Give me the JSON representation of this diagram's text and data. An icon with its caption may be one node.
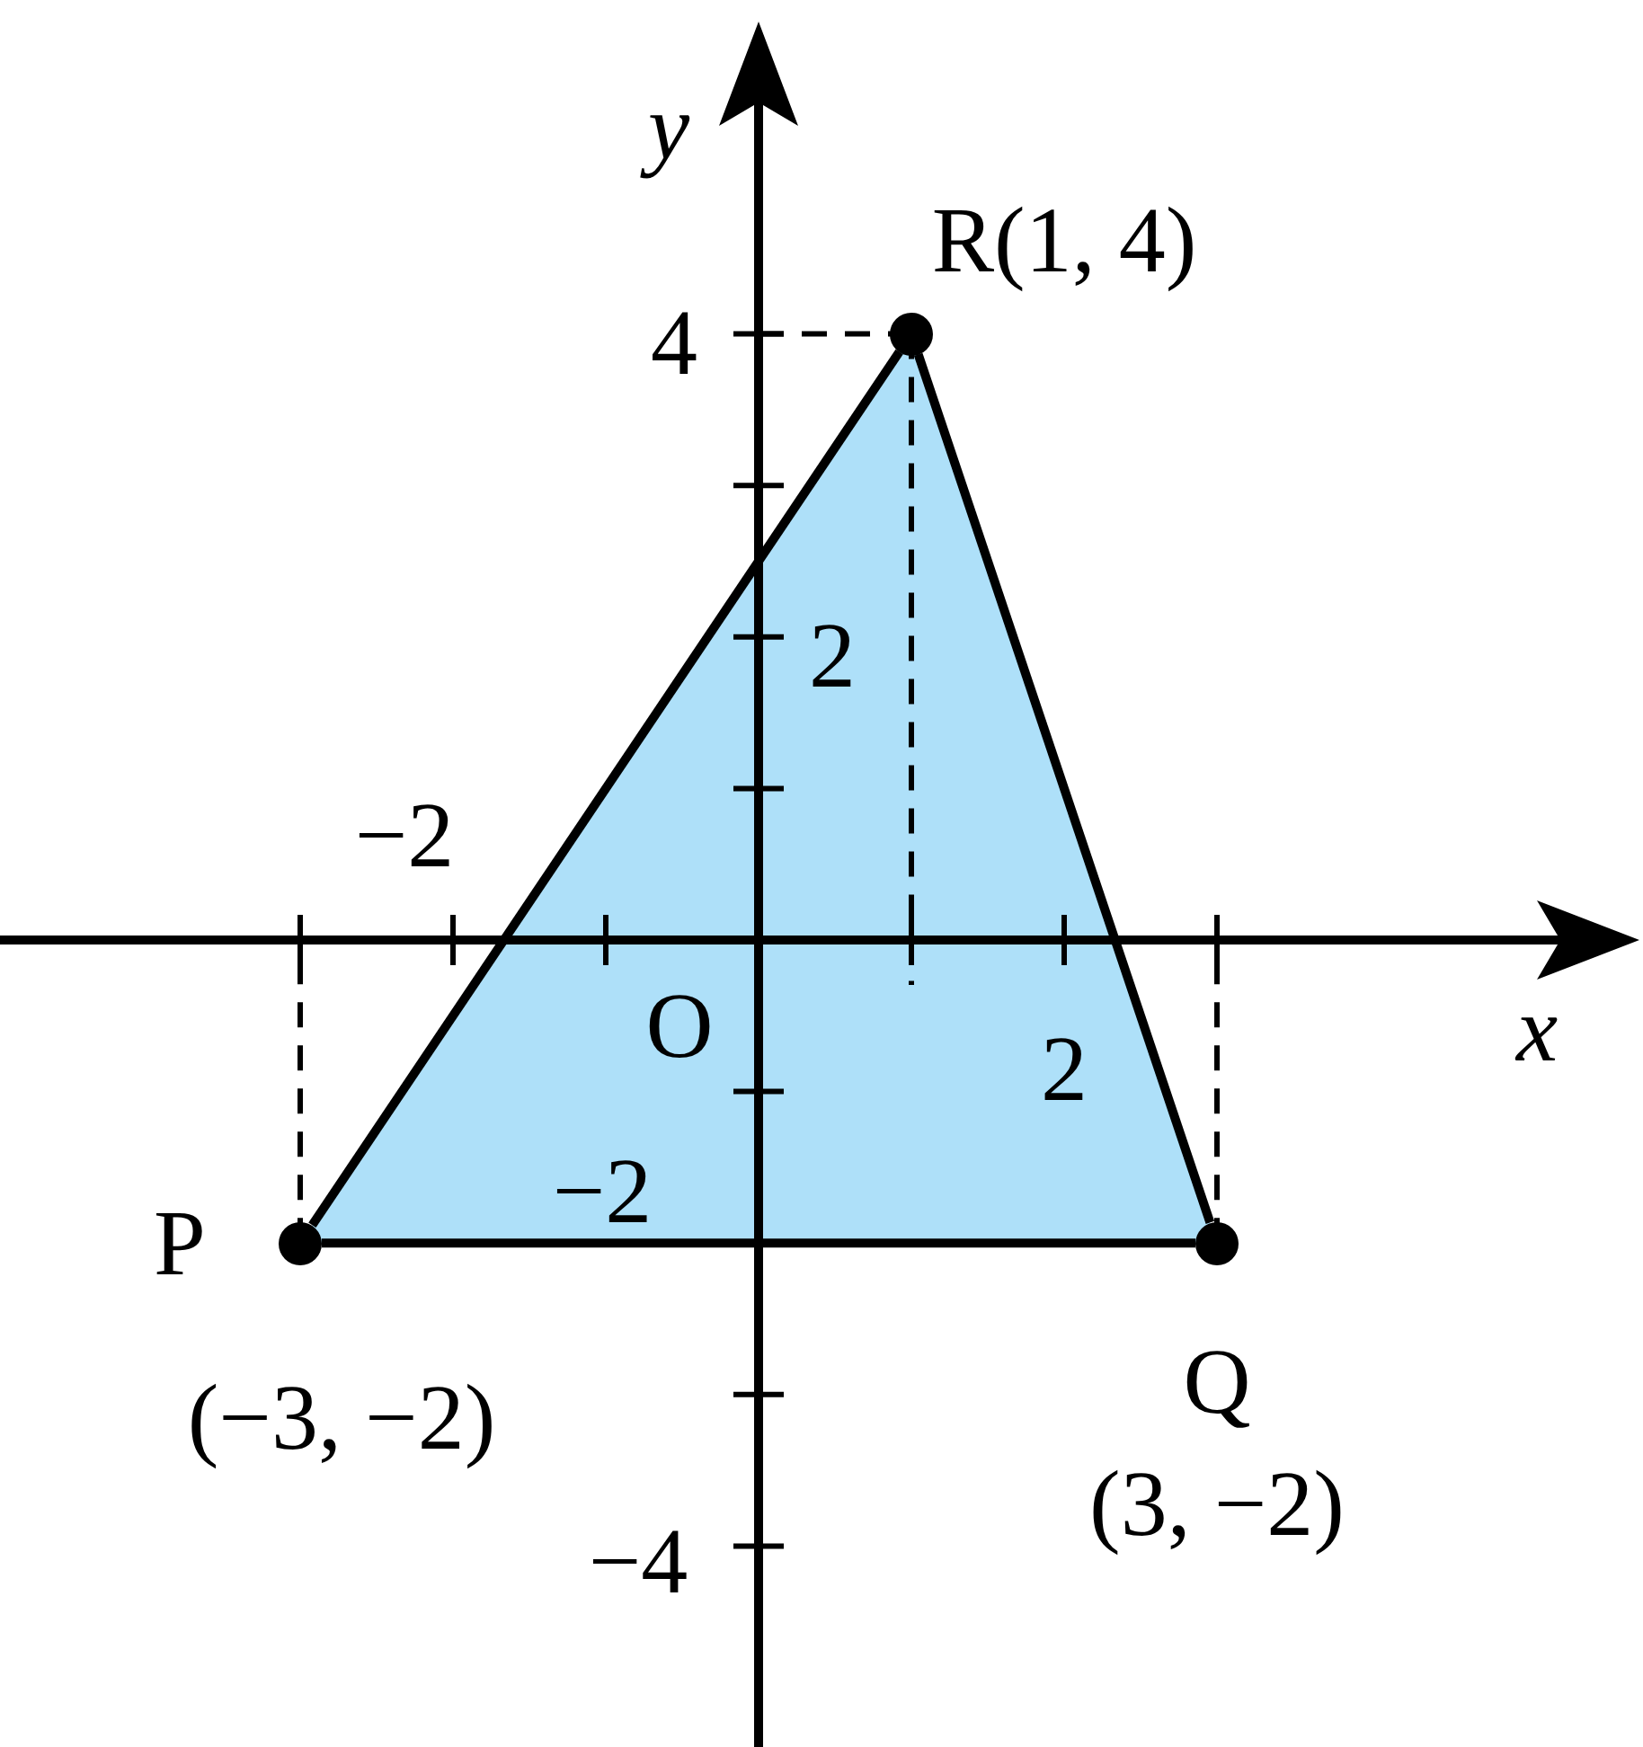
{
  "diagram": {
    "nodes": [
      {
        "text": [],
        "shape": "circle",
        "beside": [
          "R(1, 4)"
        ]
      },
      {
        "text": [],
        "shape": "circle",
        "beside": [
          "P",
          "(−3, −2)"
        ]
      },
      {
        "text": [],
        "shape": "circle",
        "beside": [
          "Q",
          "(3, −2)"
        ]
      }
    ],
    "edges": [
      {
        "from": 1,
        "to": 2,
        "arrow": "none"
      },
      {
        "from": 2,
        "to": 0,
        "arrow": "none"
      },
      {
        "from": 0,
        "to": 1,
        "arrow": "none"
      }
    ],
    "labels": [
      "y",
      "4",
      "2",
      "−2",
      "O",
      "2",
      "x",
      "−2",
      "−4"
    ]
  }
}
